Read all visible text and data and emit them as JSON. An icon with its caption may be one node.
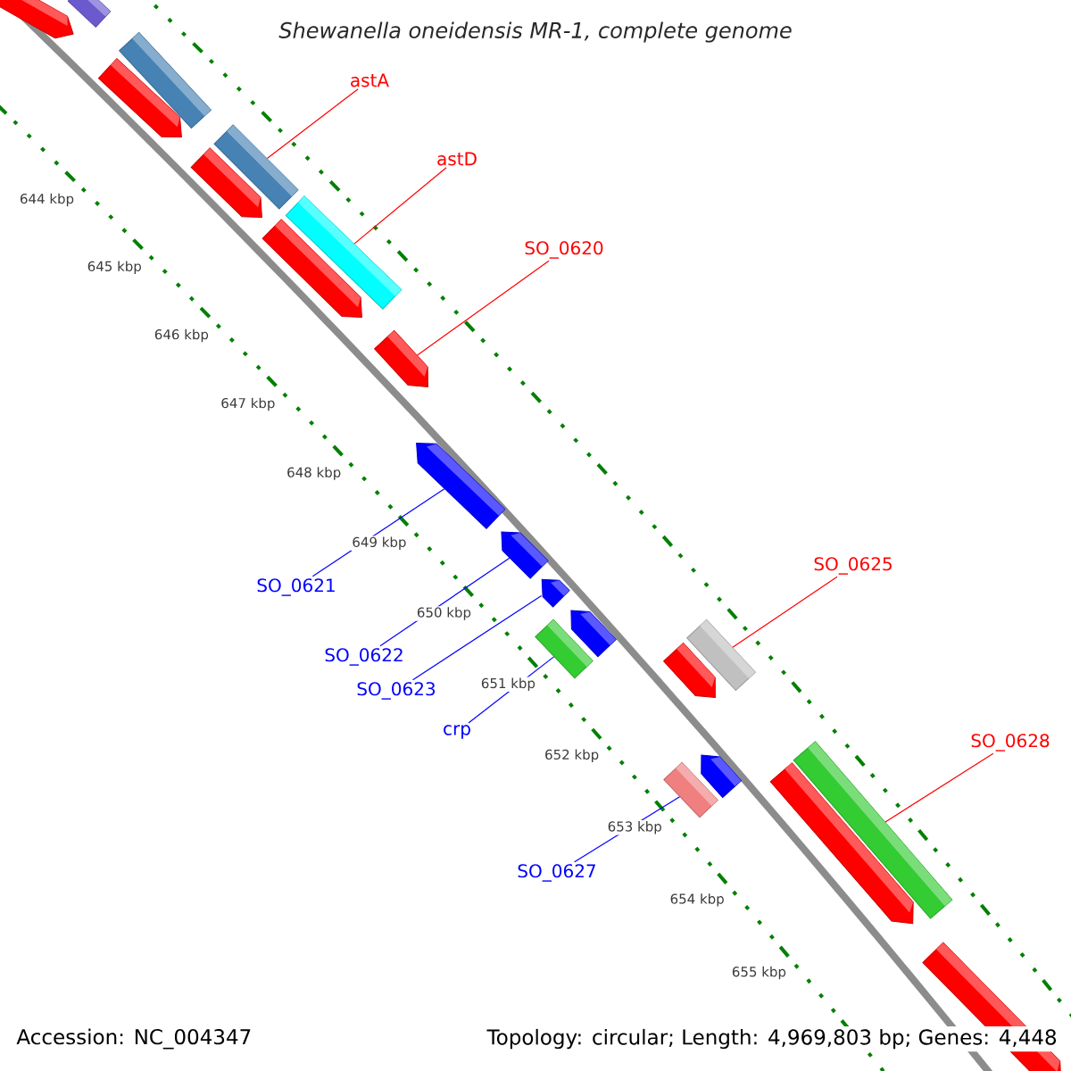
{
  "diagram": {
    "title": "*Shewanella oneidensis* MR-1, complete genome",
    "nodes": [
      {
        "text": [],
        "shape": "bar"
      },
      {
        "text": [],
        "shape": "bar"
      },
      {
        "text": [],
        "shape": "bar"
      },
      {
        "text": [],
        "shape": "bar"
      },
      {
        "text": [],
        "shape": "bar"
      },
      {
        "text": [],
        "shape": "bar"
      },
      {
        "text": [],
        "shape": "bar"
      },
      {
        "text": [],
        "shape": "bar"
      },
      {
        "text": [],
        "shape": "bar"
      },
      {
        "text": [],
        "shape": "bar"
      },
      {
        "text": [],
        "shape": "bar"
      },
      {
        "text": [],
        "shape": "bar"
      },
      {
        "text": [],
        "shape": "bar"
      },
      {
        "text": [],
        "shape": "bar"
      },
      {
        "text": [],
        "shape": "bar"
      },
      {
        "text": [],
        "shape": "bar"
      },
      {
        "text": [],
        "shape": "bar"
      },
      {
        "text": [],
        "shape": "bar"
      },
      {
        "text": [],
        "shape": "bar"
      },
      {
        "text": [],
        "shape": "bar"
      },
      {
        "text": [],
        "shape": "bar"
      },
      {
        "text": [
          "astA"
        ]
      },
      {
        "text": [
          "astD"
        ]
      },
      {
        "text": [
          "SO_0620"
        ]
      },
      {
        "text": [
          "SO_0621"
        ]
      },
      {
        "text": [
          "SO_0622"
        ]
      },
      {
        "text": [
          "SO_0623"
        ]
      },
      {
        "text": [
          "crp"
        ]
      },
      {
        "text": [
          "SO_0625"
        ]
      },
      {
        "text": [
          "SO_0627"
        ]
      },
      {
        "text": [
          "SO_0628"
        ]
      }
    ],
    "edges": [
      {
        "from": 21,
        "to": 4,
        "arrow": "none",
        "color": "#ff0000"
      },
      {
        "from": 22,
        "to": 6,
        "arrow": "none",
        "color": "#ff0000"
      },
      {
        "from": 23,
        "to": 8,
        "arrow": "none",
        "color": "#ff0000"
      },
      {
        "from": 24,
        "to": 9,
        "arrow": "none",
        "color": "#0000ff"
      },
      {
        "from": 25,
        "to": 10,
        "arrow": "none",
        "color": "#0000ff"
      },
      {
        "from": 26,
        "to": 11,
        "arrow": "none",
        "color": "#0000ff"
      },
      {
        "from": 27,
        "to": 13,
        "arrow": "none",
        "color": "#0000ff"
      },
      {
        "from": 28,
        "to": 14,
        "arrow": "none",
        "color": "#ff0000"
      },
      {
        "from": 29,
        "to": 17,
        "arrow": "none",
        "color": "#0000ff"
      },
      {
        "from": 30,
        "to": 18,
        "arrow": "none",
        "color": "#ff0000"
      }
    ],
    "labels": [
      "644 kbp",
      "645 kbp",
      "646 kbp",
      "647 kbp",
      "648 kbp",
      "649 kbp",
      "650 kbp",
      "651 kbp",
      "652 kbp",
      "653 kbp",
      "654 kbp",
      "655 kbp",
      "Accession: NC_004347",
      "Topology: circular; Length: 4,969,803 bp; Genes: 4,448"
    ]
  }
}
